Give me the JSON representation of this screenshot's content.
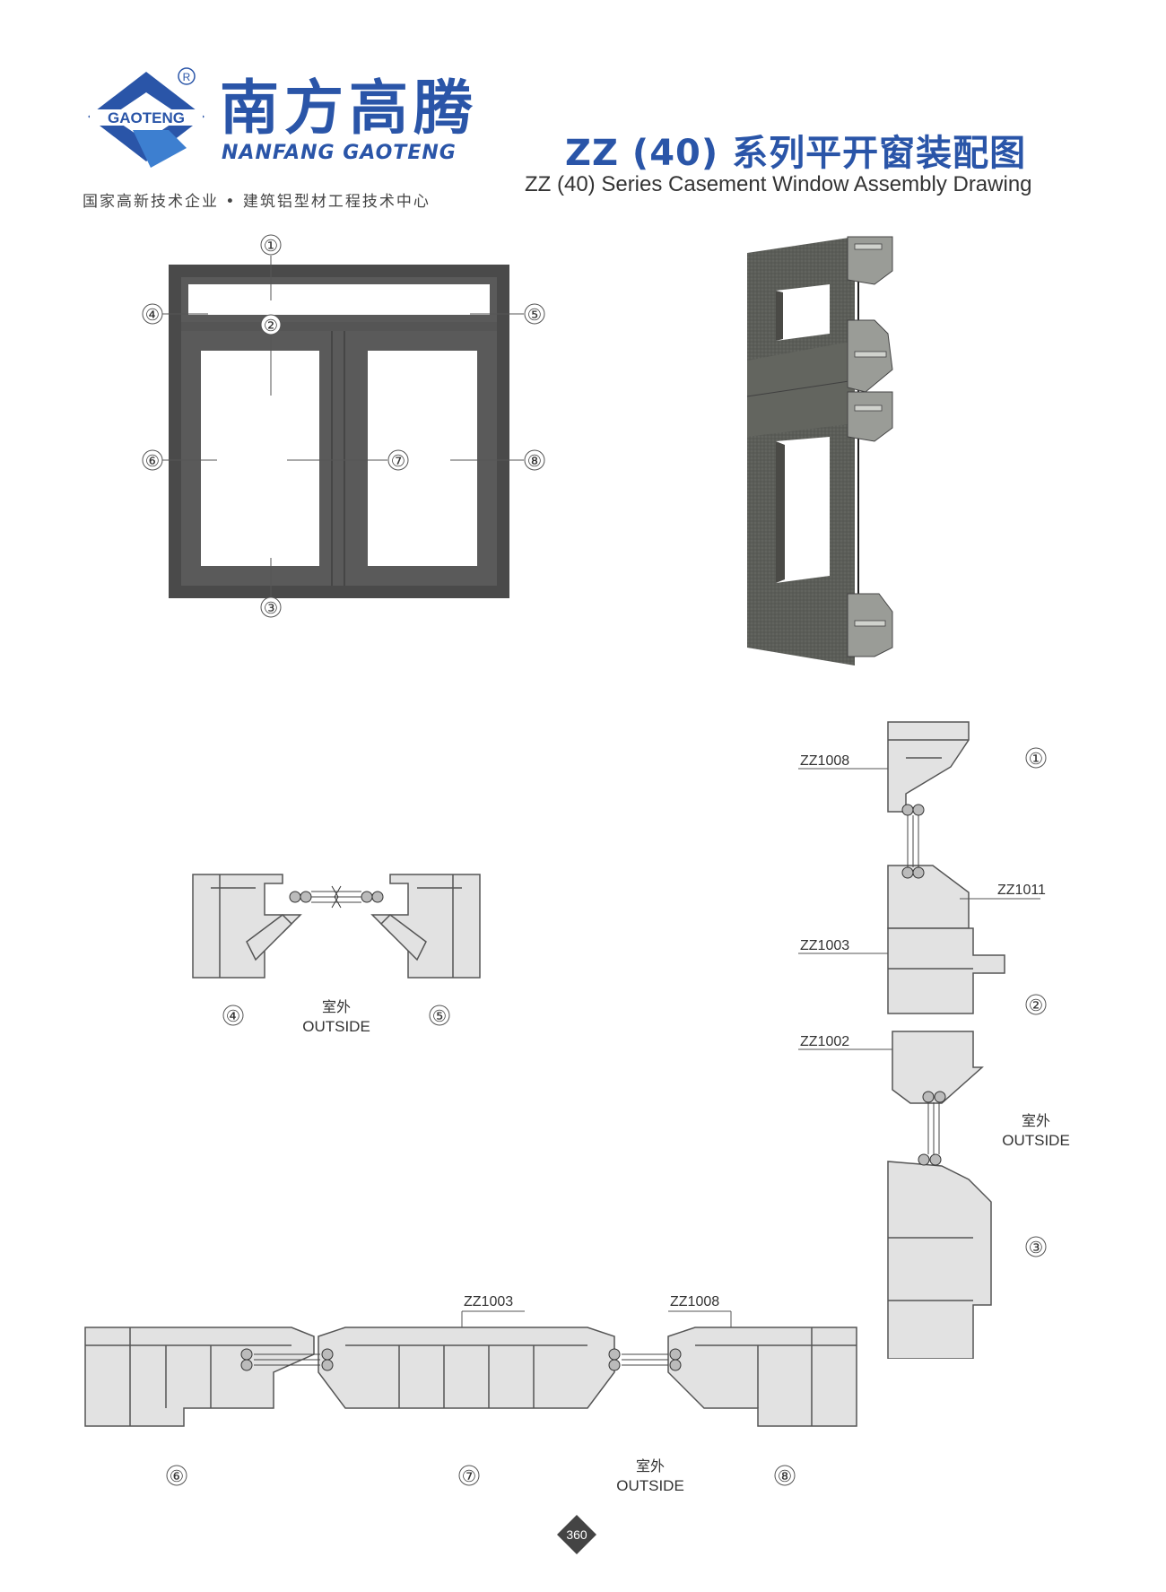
{
  "header": {
    "logo_text": "GAOTENG",
    "registered_mark": "R",
    "brand_cn": "南方高腾",
    "brand_en": "NANFANG GAOTENG",
    "tagline": "国家高新技术企业 • 建筑铝型材工程技术中心",
    "title_cn": "ZZ (40) 系列平开窗装配图",
    "title_en": "ZZ (40) Series Casement Window Assembly Drawing"
  },
  "window_elevation": {
    "markers": [
      "①",
      "②",
      "③",
      "④",
      "⑤",
      "⑥",
      "⑦",
      "⑧"
    ]
  },
  "section_45": {
    "markers": [
      "④",
      "⑤"
    ],
    "outside_cn": "室外",
    "outside_en": "OUTSIDE"
  },
  "vertical_section": {
    "markers": [
      "①",
      "②",
      "③"
    ],
    "profiles": [
      "ZZ1008",
      "ZZ1011",
      "ZZ1003",
      "ZZ1002"
    ],
    "outside_cn": "室外",
    "outside_en": "OUTSIDE"
  },
  "horizontal_section": {
    "markers": [
      "⑥",
      "⑦",
      "⑧"
    ],
    "profiles": [
      "ZZ1003",
      "ZZ1008"
    ],
    "outside_cn": "室外",
    "outside_en": "OUTSIDE"
  },
  "colors": {
    "brand_blue": "#2a55a8",
    "frame_dark": "#4a4a4a",
    "profile_stroke": "#555555",
    "profile_fill": "#d9d9d9"
  },
  "footer": {
    "page_number": "360"
  }
}
